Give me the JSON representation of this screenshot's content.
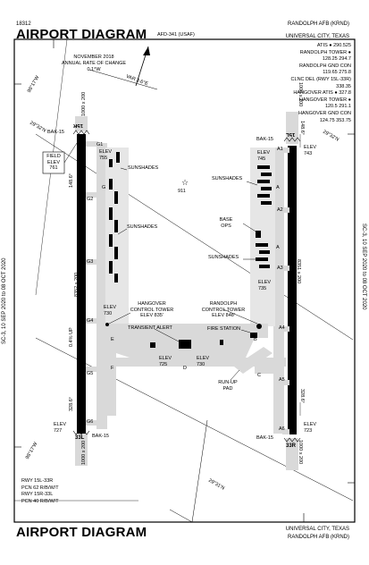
{
  "header": {
    "chart_number": "18312",
    "airport_name": "RANDOLPH AFB  (KRND)",
    "title": "AIRPORT DIAGRAM",
    "afd": "AFD-341 (USAF)",
    "city": "UNIVERSAL CITY, TEXAS"
  },
  "footer": {
    "title": "AIRPORT DIAGRAM",
    "city": "UNIVERSAL CITY, TEXAS",
    "airport_name": "RANDOLPH AFB  (KRND)"
  },
  "side_labels": {
    "left": "SC-3,  10 SEP 2020  to  08 OCT 2020",
    "right": "SC-3,  10 SEP 2020  to  08 OCT 2020"
  },
  "variation": {
    "line1": "NOVEMBER 2018",
    "line2": "ANNUAL RATE OF CHANGE",
    "line3": "0.1°W"
  },
  "magnetic_variation": "VAR 3.6°E",
  "frequencies": [
    "ATIS ● 290.525",
    "RANDOLPH TOWER ●",
    "128.25  294.7",
    "RANDOLPH GND CON",
    "119.65  275.8",
    "CLNC DEL (RWY 15L-33R)",
    "338.35",
    "HANGOVER ATIS ● 327.8",
    "HANGOVER TOWER ●",
    "120.5  291.1",
    "HANGOVER GND CON",
    "124.75  353.75"
  ],
  "lat_lon": {
    "top_left": "29°32'N",
    "top_left2": "98°17'W",
    "top_right": "29°32'N",
    "bottom_left": "98°17'W",
    "bottom_right": "29°31'N"
  },
  "runways": {
    "left_15r_33l": {
      "top_number": "15R",
      "bottom_number": "33L",
      "top_heading": "148.6°",
      "bottom_heading": "328.6°",
      "dimensions": "8352 x 200",
      "top_overrun": "1000 x 200",
      "bottom_overrun": "1000 x 200",
      "bak_top": "BAK-15",
      "bak_bottom": "BAK-15",
      "elev_top": "FIELD ELEV 761",
      "elev_bottom": "ELEV 727",
      "gradient": "0.4% UP"
    },
    "right_15l_33r": {
      "top_number": "15L",
      "bottom_number": "33R",
      "top_heading": "148.6°",
      "bottom_heading": "328.6°",
      "dimensions": "8351 x 200",
      "top_overrun": "1000 x 200",
      "bottom_overrun": "1000 x 200",
      "bak_top": "BAK-15",
      "bak_bottom": "BAK-15",
      "elev_top": "ELEV 743",
      "elev_bottom": "ELEV 723"
    }
  },
  "field_elev": {
    "line1": "FIELD",
    "line2": "ELEV",
    "line3": "761"
  },
  "taxiways": [
    "G1",
    "G",
    "G2",
    "G3",
    "G4",
    "G5",
    "G6",
    "A1",
    "A",
    "A2",
    "A",
    "A3",
    "A4",
    "A5",
    "A6",
    "B",
    "C",
    "D",
    "E",
    "F"
  ],
  "labels": {
    "sunshades": "SUNSHADES",
    "base_ops_1": "BASE",
    "base_ops_2": "OPS",
    "transient_alert": "TRANSIENT ALERT",
    "fire_station": "FIRE STATION",
    "runup_pad_1": "RUN-UP",
    "runup_pad_2": "PAD",
    "hangover_tower_1": "HANGOVER",
    "hangover_tower_2": "CONTROL TOWER",
    "hangover_tower_3": "ELEV 835'",
    "randolph_tower_1": "RANDOLPH",
    "randolph_tower_2": "CONTROL TOWER",
    "randolph_tower_3": "ELEV 848'",
    "elev_755": "ELEV\n755",
    "elev_745": "ELEV\n745",
    "elev_735": "ELEV\n735",
    "elev_730_left": "ELEV\n730",
    "elev_725": "ELEV\n725",
    "elev_730_center": "ELEV\n730",
    "obstacle": "911"
  },
  "pcn": {
    "line1": "RWY 15L-33R",
    "line2": "PCN 62 R/B/W/T",
    "line3": "RWY 15R-33L",
    "line4": "PCN 40 R/B/W/T"
  }
}
